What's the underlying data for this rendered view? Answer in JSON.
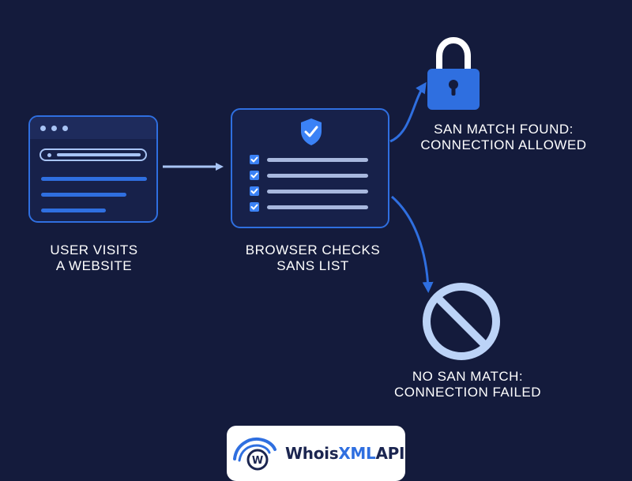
{
  "steps": {
    "visit": {
      "line1": "USER VISITS",
      "line2": "A WEBSITE"
    },
    "check": {
      "line1": "BROWSER CHECKS",
      "line2": "SANS LIST"
    }
  },
  "outcomes": {
    "success": {
      "line1": "SAN MATCH FOUND:",
      "line2": "CONNECTION ALLOWED",
      "icon": "padlock-icon"
    },
    "failure": {
      "line1": "NO SAN MATCH:",
      "line2": "CONNECTION FAILED",
      "icon": "prohibited-icon"
    }
  },
  "logo": {
    "part1": "Whois",
    "part2": "XML",
    "part3": "API"
  },
  "colors": {
    "background": "#141b3c",
    "accent": "#2f6fe0",
    "light": "#a8c4f5",
    "text": "#ffffff"
  }
}
